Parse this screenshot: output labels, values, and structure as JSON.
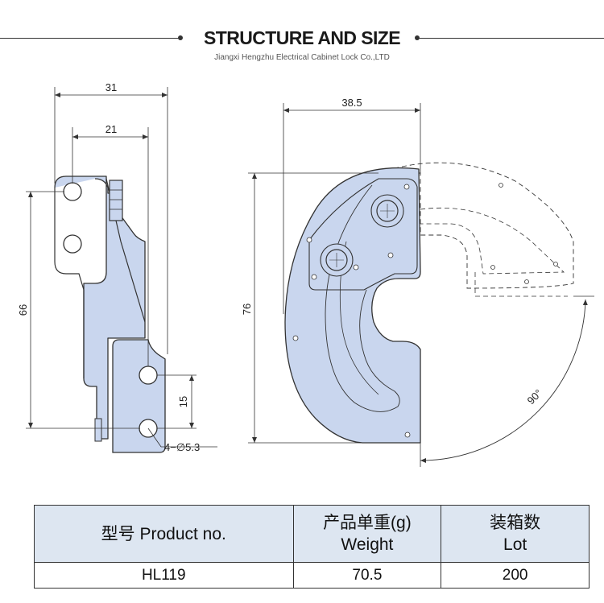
{
  "header": {
    "title": "STRUCTURE AND SIZE",
    "subtitle": "Jiangxi Hengzhu Electrical Cabinet Lock Co.,LTD"
  },
  "drawing": {
    "dimensions": {
      "overall_width_side": "31",
      "hole_spacing_width": "21",
      "height_side": "66",
      "hole_spacing_vertical": "15",
      "holes": "4−∅5.3",
      "overall_width_front": "38.5",
      "height_front": "76",
      "rotation_angle": "90°"
    },
    "colors": {
      "part_fill": "#c9d6ee",
      "line": "#333333"
    }
  },
  "spec_table": {
    "headers": {
      "product_no": "型号 Product no.",
      "weight_cn": "产品单重(g)",
      "weight_en": "Weight",
      "lot_cn": "装箱数",
      "lot_en": "Lot"
    },
    "rows": [
      {
        "product_no": "HL119",
        "weight": "70.5",
        "lot": "200"
      }
    ]
  }
}
